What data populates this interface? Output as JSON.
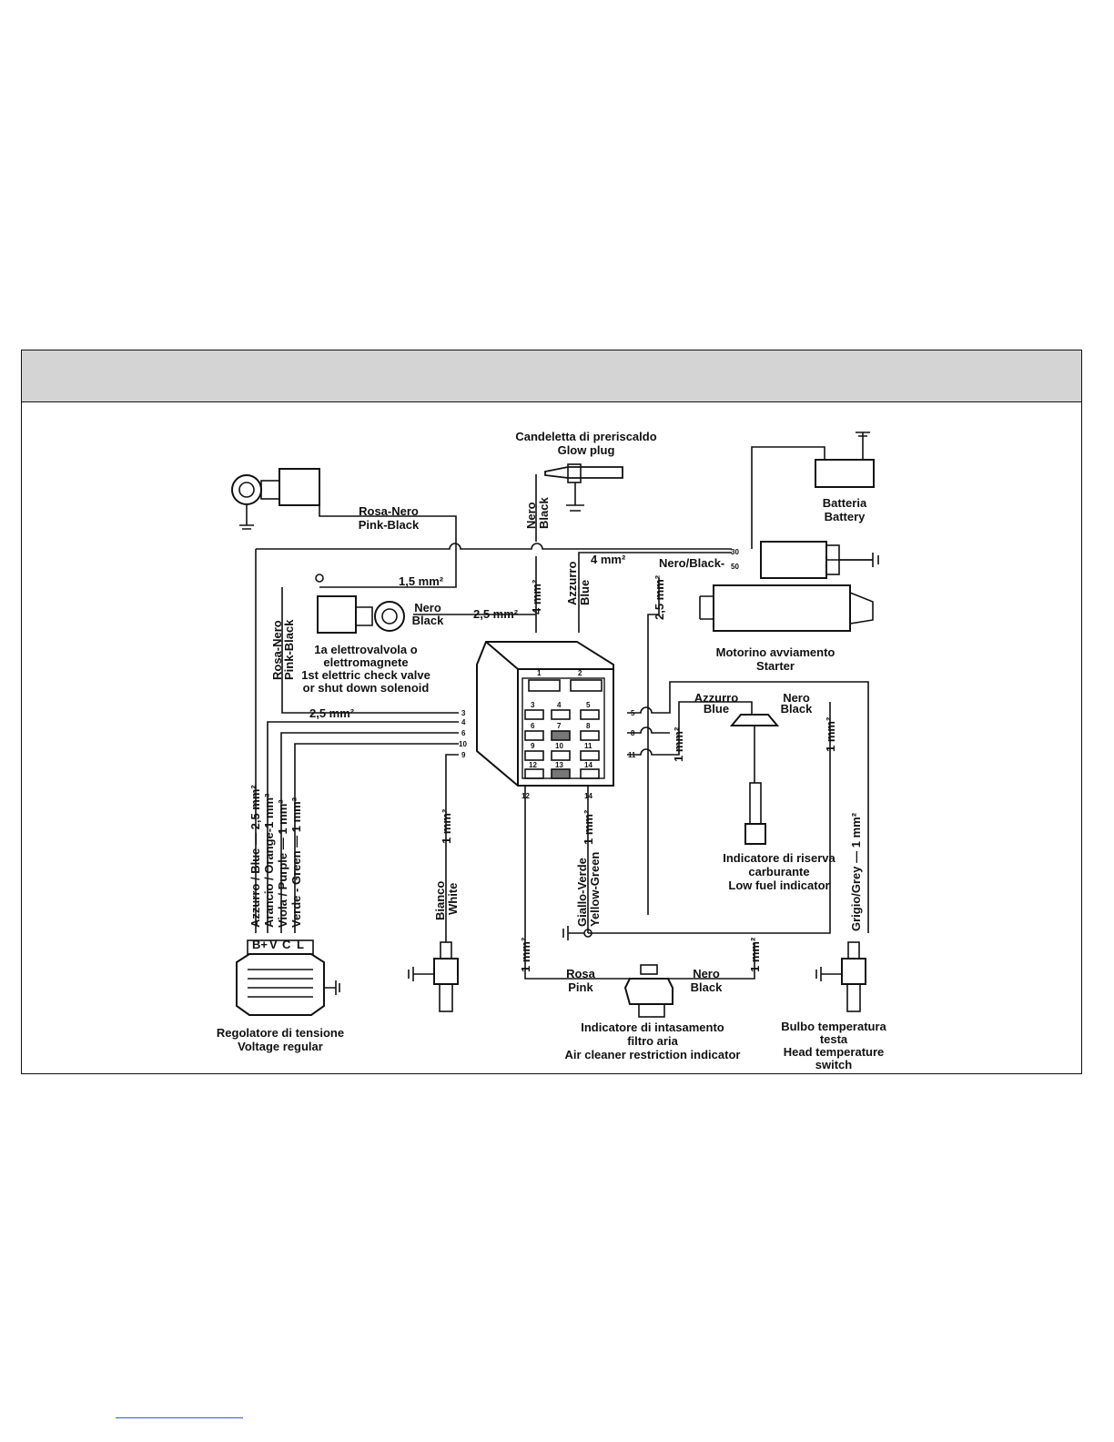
{
  "components": {
    "glow_plug": [
      "Candeletta di preriscaldo",
      "Glow plug"
    ],
    "battery": [
      "Batteria",
      "Battery"
    ],
    "starter": [
      "Motorino avviamento",
      "Starter"
    ],
    "solenoid": [
      "1a elettrovalvola o",
      "elettromagnete",
      "1st elettric check valve",
      "or shut down solenoid"
    ],
    "fuel_indicator": [
      "Indicatore di riserva",
      "carburante",
      "Low fuel indicator"
    ],
    "voltage_regulator": [
      "Regolatore di tensione",
      "Voltage regular"
    ],
    "air_cleaner": [
      "Indicatore di intasamento",
      "filtro aria",
      "Air cleaner restriction indicator"
    ],
    "head_temp": [
      "Bulbo temperatura",
      "testa",
      "Head temperature",
      "switch"
    ]
  },
  "wires": {
    "rosa_nero_top": [
      "Rosa-Nero",
      "Pink-Black"
    ],
    "glow_nero": [
      "Nero",
      "Black"
    ],
    "azzurro_blue_vert": [
      "Azzurro",
      "Blue"
    ],
    "nero_black_sol": [
      "Nero",
      "Black"
    ],
    "rosa_nero_vert": [
      "Rosa-Nero",
      "Pink-Black"
    ],
    "fuel_azzurro": [
      "Azzurro",
      "Blue"
    ],
    "fuel_nero": [
      "Nero",
      "Black"
    ],
    "rosa_pink": [
      "Rosa",
      "Pink"
    ],
    "nero_black_air": [
      "Nero",
      "Black"
    ],
    "bianco_white": [
      "Bianco",
      "White"
    ],
    "giallo_verde": [
      "Giallo-Verde",
      "Yellow-Green"
    ],
    "starter_nero_black": "Nero/Black-",
    "regulator_wires": [
      "Azzurro / Blue — 2,5 mm²",
      "Arancio / Orange-1 mm²",
      "Viola / Purple — 1 mm²",
      "Verde - Green — 1 mm²"
    ],
    "grigio_grey": "Grigio/Grey — 1 mm²"
  },
  "sizes": {
    "s15": "1,5 mm²",
    "s25a": "2,5 mm²",
    "s25b": "2,5 mm²",
    "s4a": "4 mm²",
    "s4b": "4 mm²",
    "s25c": "2,5 mm²",
    "s1a": "1 mm²",
    "s1b": "1 mm²",
    "s1c": "1 mm²",
    "s1d": "1 mm²",
    "s1e": "1 mm²",
    "s1f": "1 mm²"
  },
  "terminals": {
    "starter_30": "30",
    "starter_50": "50",
    "regulator": [
      "B+",
      "V",
      "C",
      "L"
    ],
    "pins": [
      "1",
      "2",
      "3",
      "4",
      "5",
      "6",
      "7",
      "8",
      "9",
      "10",
      "11",
      "12",
      "13",
      "14"
    ],
    "side_left": [
      "3",
      "4",
      "6",
      "10",
      "9"
    ],
    "side_right": [
      "5",
      "8",
      "11"
    ],
    "bottom": [
      "12",
      "14"
    ]
  },
  "colors": {
    "line": "#111111",
    "header": "#d4d4d4",
    "footer_rule": "#3a56c8"
  }
}
